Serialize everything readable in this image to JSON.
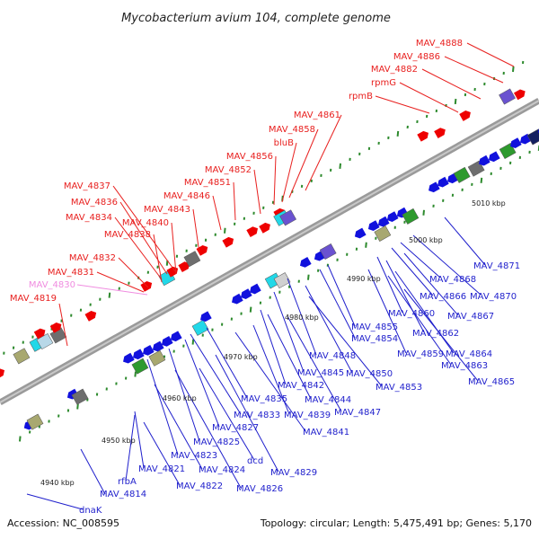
{
  "title": "Mycobacterium avium 104, complete genome",
  "accession": "Accession: NC_008595",
  "topology": "Topology: circular; Length: 5,475,491 bp; Genes: 5,170",
  "colors": {
    "forward_label": "#e8201f",
    "forward_label_pseudo": "#f08ce0",
    "reverse_label": "#1f1fcc",
    "backbone": "#909090",
    "tick_green": "#2d8a2d",
    "tick_grey": "#b0b0b0",
    "forward_arrow": "#ee0000",
    "reverse_arrow": "#1111dd",
    "rna_cyan": "#22d8e8",
    "rna_grey": "#6e6e6e",
    "purple": "#6a52d0",
    "green": "#2e9a2e",
    "olive": "#a8a870",
    "navy": "#142060"
  },
  "kbp_ticks": [
    "4940 kbp",
    "4950 kbp",
    "4960 kbp",
    "4970 kbp",
    "4980 kbp",
    "4990 kbp",
    "5000 kbp",
    "5010 kbp"
  ],
  "top_labels": [
    {
      "text": "MAV_4888",
      "pseudo": false
    },
    {
      "text": "MAV_4886",
      "pseudo": false
    },
    {
      "text": "MAV_4882",
      "pseudo": false
    },
    {
      "text": "rpmG",
      "pseudo": false
    },
    {
      "text": "rpmB",
      "pseudo": false
    },
    {
      "text": "MAV_4861",
      "pseudo": false
    },
    {
      "text": "MAV_4858",
      "pseudo": false
    },
    {
      "text": "bluB",
      "pseudo": false
    },
    {
      "text": "MAV_4856",
      "pseudo": false
    },
    {
      "text": "MAV_4852",
      "pseudo": false
    },
    {
      "text": "MAV_4851",
      "pseudo": false
    },
    {
      "text": "MAV_4846",
      "pseudo": false
    },
    {
      "text": "MAV_4843",
      "pseudo": false
    },
    {
      "text": "MAV_4837",
      "pseudo": false
    },
    {
      "text": "MAV_4836",
      "pseudo": false
    },
    {
      "text": "MAV_4840",
      "pseudo": false
    },
    {
      "text": "MAV_4834",
      "pseudo": false
    },
    {
      "text": "MAV_4838",
      "pseudo": false
    },
    {
      "text": "MAV_4832",
      "pseudo": false
    },
    {
      "text": "MAV_4831",
      "pseudo": false
    },
    {
      "text": "MAV_4830",
      "pseudo": true
    },
    {
      "text": "MAV_4819",
      "pseudo": false
    }
  ],
  "bottom_labels": [
    {
      "text": "MAV_4871"
    },
    {
      "text": "MAV_4868"
    },
    {
      "text": "MAV_4870"
    },
    {
      "text": "MAV_4866"
    },
    {
      "text": "MAV_4867"
    },
    {
      "text": "MAV_4860"
    },
    {
      "text": "MAV_4862"
    },
    {
      "text": "MAV_4855"
    },
    {
      "text": "MAV_4854"
    },
    {
      "text": "MAV_4859"
    },
    {
      "text": "MAV_4864"
    },
    {
      "text": "MAV_4863"
    },
    {
      "text": "MAV_4848"
    },
    {
      "text": "MAV_4850"
    },
    {
      "text": "MAV_4845"
    },
    {
      "text": "MAV_4865"
    },
    {
      "text": "MAV_4853"
    },
    {
      "text": "MAV_4842"
    },
    {
      "text": "MAV_4844"
    },
    {
      "text": "MAV_4835"
    },
    {
      "text": "MAV_4847"
    },
    {
      "text": "MAV_4833"
    },
    {
      "text": "MAV_4839"
    },
    {
      "text": "MAV_4827"
    },
    {
      "text": "MAV_4841"
    },
    {
      "text": "MAV_4825"
    },
    {
      "text": "MAV_4823"
    },
    {
      "text": "MAV_4821"
    },
    {
      "text": "MAV_4824"
    },
    {
      "text": "dcd"
    },
    {
      "text": "MAV_4829"
    },
    {
      "text": "rfbA"
    },
    {
      "text": "MAV_4822"
    },
    {
      "text": "MAV_4826"
    },
    {
      "text": "MAV_4814"
    },
    {
      "text": "dnaK"
    }
  ]
}
